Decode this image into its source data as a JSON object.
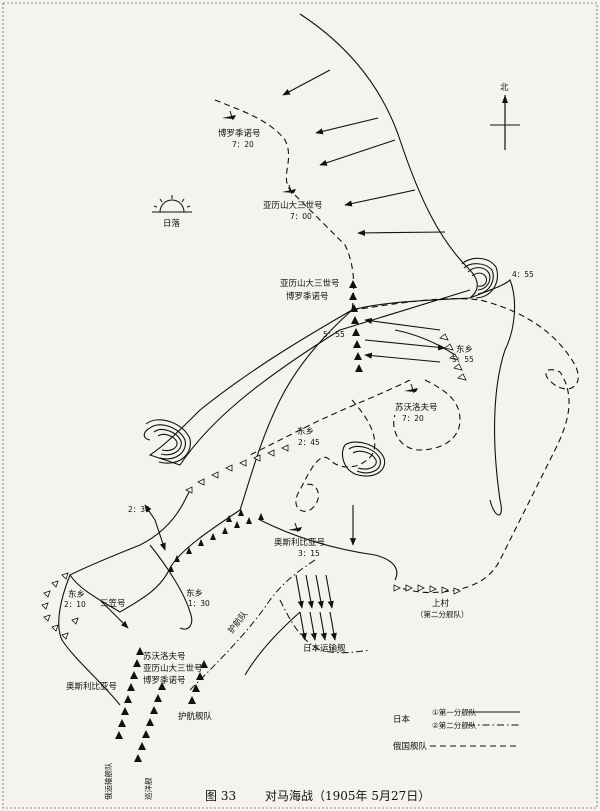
{
  "caption": {
    "figure": "图 33",
    "title": "对马海战（1905年 5月27日）"
  },
  "compass": {
    "north_label": "北"
  },
  "sunset": {
    "label": "日落"
  },
  "ships": {
    "borodino_720": {
      "name": "博罗季诺号",
      "time": "7：20"
    },
    "alexander_700": {
      "name": "亚历山大三世号",
      "time": "7：00"
    },
    "alex_borodino": {
      "name1": "亚历山大三世号",
      "name2": "博罗季诺号",
      "time": "5：55"
    },
    "suvorov_720": {
      "name": "苏沃洛夫号",
      "time": "7：20"
    },
    "togo_555": {
      "name": "东乡",
      "time": "5：55"
    },
    "togo_245": {
      "name": "东乡",
      "time": "2：45"
    },
    "oslyabya_315": {
      "name": "奥斯利比亚号",
      "time": "3：15"
    },
    "kamimura": {
      "name": "上村",
      "sub": "（第二分舰队）"
    },
    "time_230": {
      "time": "2：30"
    },
    "togo_210": {
      "name": "东乡",
      "time": "2：10"
    },
    "mikasa": {
      "name": "三笠号"
    },
    "togo_130": {
      "name": "东乡",
      "time": "1：30"
    },
    "suvorov_group": {
      "name1": "苏沃洛夫号",
      "name2": "亚历山大三世号",
      "name3": "博罗季诺号"
    },
    "oslyabya_left": {
      "name": "奥斯利比亚号"
    },
    "escort": {
      "name": "护航舰队"
    },
    "escort2": {
      "name": "护航队"
    },
    "transports": {
      "name": "日本运输舰"
    },
    "bottom_label": {
      "name1": "俄运输舰队",
      "name2": "巡洋舰"
    },
    "time_455": {
      "time": "4：55"
    }
  },
  "legend": {
    "japan": "日本",
    "japan_line1": "①第一分舰队",
    "japan_line2": "②第二分舰队",
    "russia": "俄国舰队"
  }
}
